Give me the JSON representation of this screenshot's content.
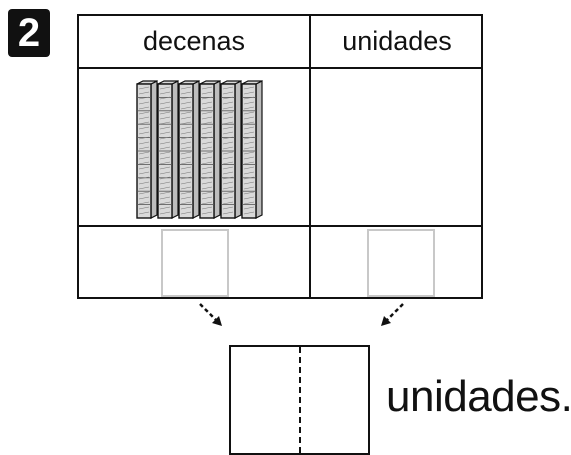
{
  "exercise": {
    "number": "2"
  },
  "place_value_table": {
    "columns": [
      "decenas",
      "unidades"
    ],
    "tens_rods": 6,
    "ones_units": 0,
    "tens_answer": "",
    "ones_answer": ""
  },
  "result": {
    "tens_digit": "",
    "ones_digit": "",
    "label": "unidades."
  },
  "colors": {
    "ink": "#111111",
    "rod_face": "#d9d9d9",
    "answer_box_border": "#c8c8c8"
  }
}
